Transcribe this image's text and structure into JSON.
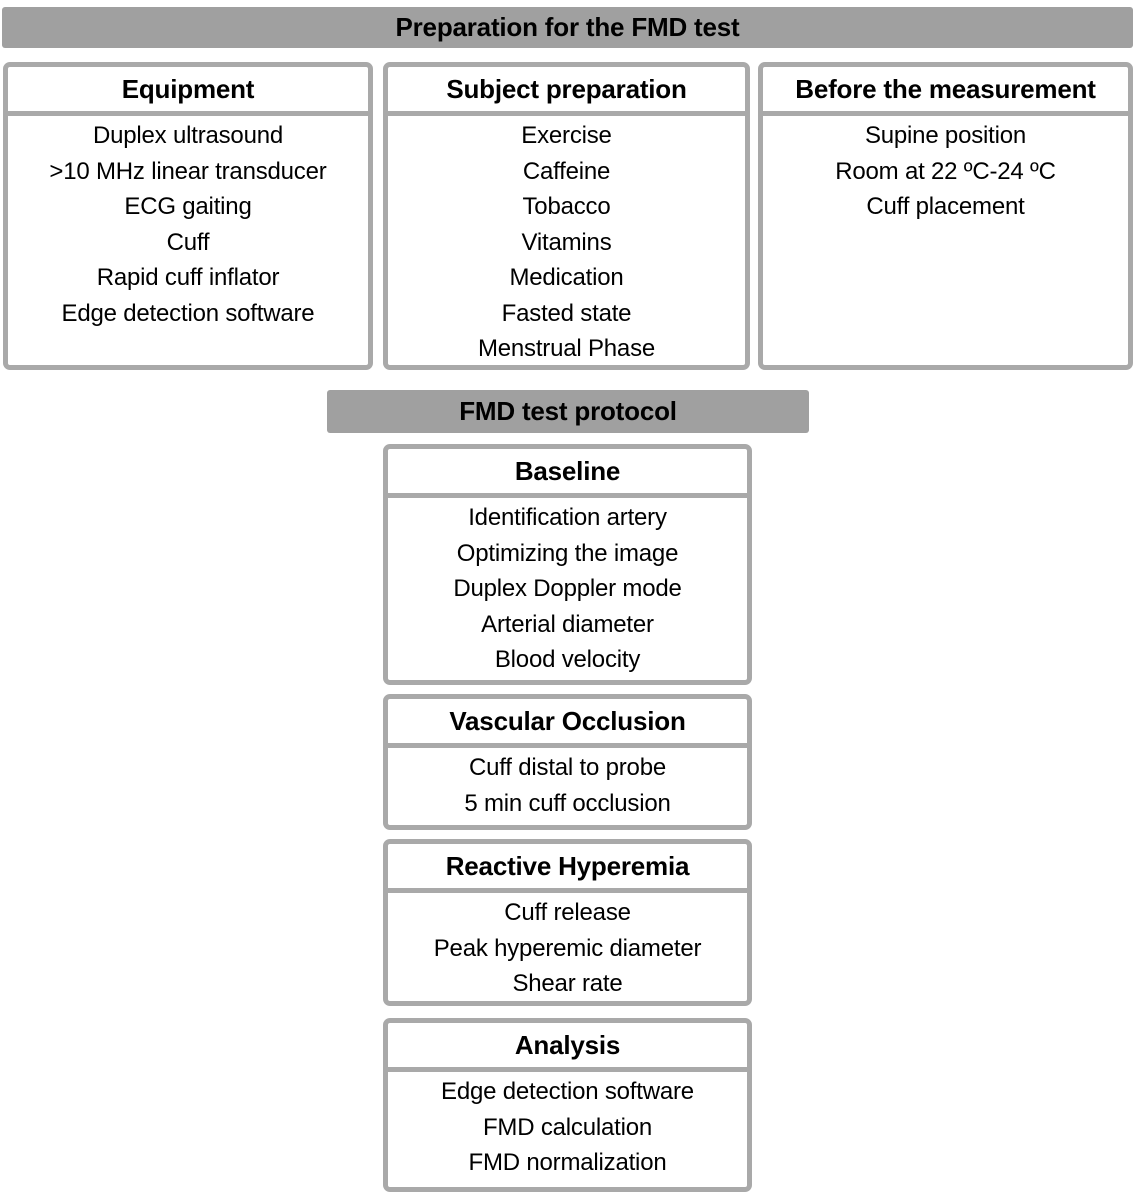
{
  "colors": {
    "banner_bg": "#a0a0a0",
    "box_border": "#a9a9a9",
    "text": "#000000",
    "page_bg": "#ffffff"
  },
  "preparation": {
    "banner": "Preparation for the FMD test",
    "boxes": [
      {
        "title": "Equipment",
        "items": [
          "Duplex ultrasound",
          ">10 MHz linear transducer",
          "ECG gaiting",
          "Cuff",
          "Rapid cuff inflator",
          "Edge detection software"
        ]
      },
      {
        "title": "Subject preparation",
        "items": [
          "Exercise",
          "Caffeine",
          "Tobacco",
          "Vitamins",
          "Medication",
          "Fasted state",
          "Menstrual Phase"
        ]
      },
      {
        "title": "Before the measurement",
        "items": [
          "Supine position",
          "Room at 22 ºC-24 ºC",
          "Cuff placement"
        ]
      }
    ]
  },
  "protocol": {
    "banner": "FMD test protocol",
    "boxes": [
      {
        "title": "Baseline",
        "items": [
          "Identification artery",
          "Optimizing the image",
          "Duplex Doppler mode",
          "Arterial diameter",
          "Blood velocity"
        ]
      },
      {
        "title": "Vascular Occlusion",
        "items": [
          "Cuff distal to probe",
          "5 min cuff occlusion"
        ]
      },
      {
        "title": "Reactive Hyperemia",
        "items": [
          "Cuff release",
          "Peak hyperemic diameter",
          "Shear rate"
        ]
      },
      {
        "title": "Analysis",
        "items": [
          "Edge detection software",
          "FMD calculation",
          "FMD normalization"
        ]
      }
    ]
  }
}
